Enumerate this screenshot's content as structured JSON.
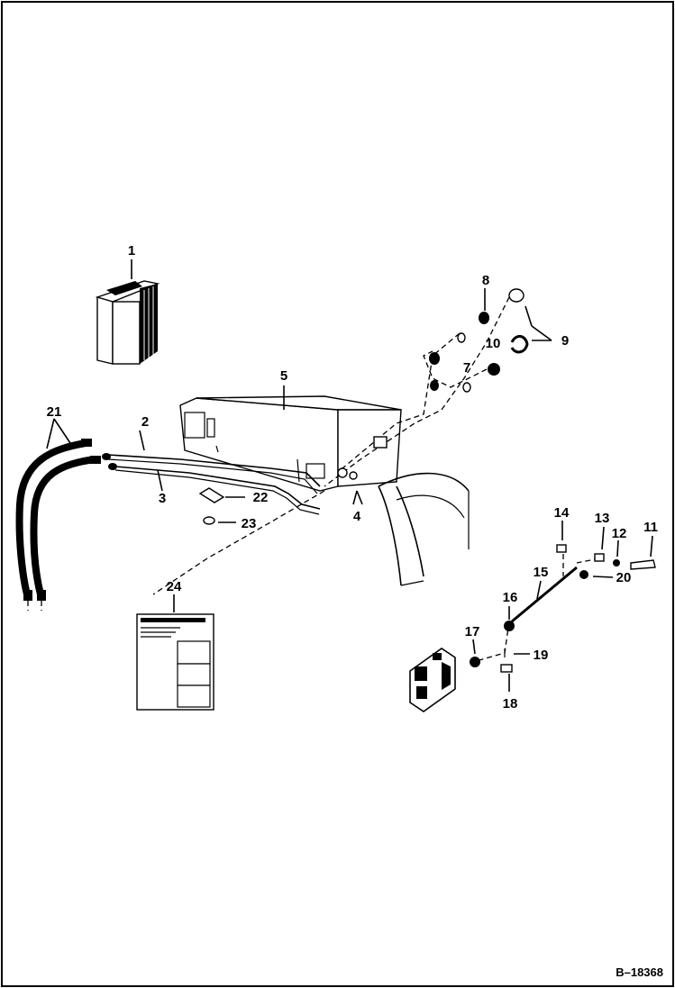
{
  "diagram": {
    "reference": "B–18368",
    "callouts": {
      "c1": "1",
      "c2": "2",
      "c3": "3",
      "c4": "4",
      "c5": "5",
      "c7": "7",
      "c8": "8",
      "c9": "9",
      "c10": "10",
      "c11": "11",
      "c12": "12",
      "c13": "13",
      "c14": "14",
      "c15": "15",
      "c16": "16",
      "c17": "17",
      "c18": "18",
      "c19": "19",
      "c20": "20",
      "c21": "21",
      "c22": "22",
      "c23": "23",
      "c24": "24"
    },
    "colors": {
      "ink": "#000000",
      "paper": "#ffffff"
    }
  }
}
